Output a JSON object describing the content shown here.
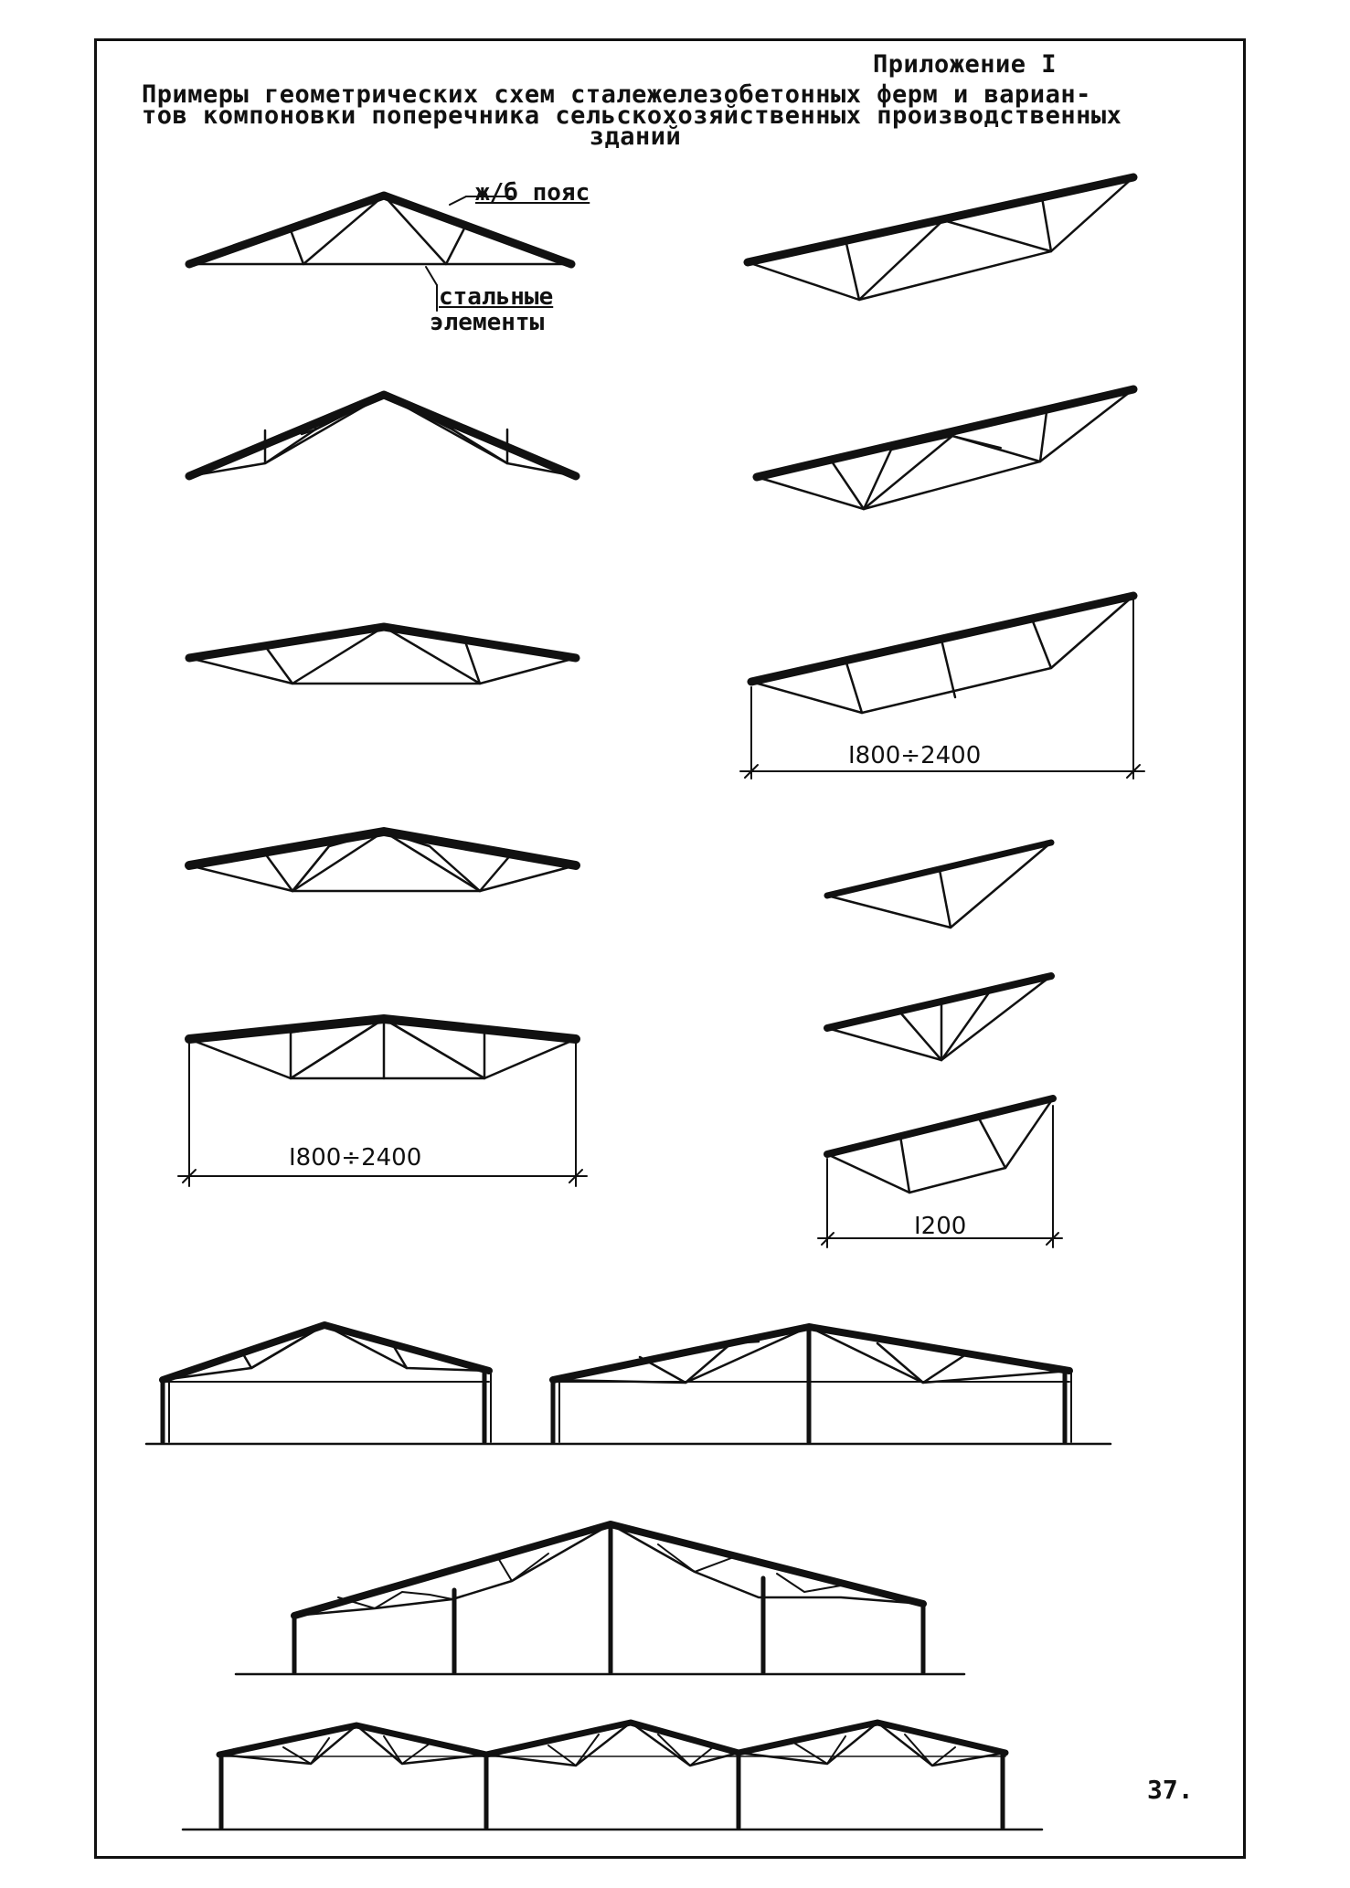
{
  "header": {
    "appendix": "Приложение I",
    "title_line1": "Примеры геометрических схем сталежелезобетонных ферм и вариан-",
    "title_line2": "тов компоновки поперечника сельскохозяйственных производственных",
    "title_line3": "зданий"
  },
  "labels": {
    "rc_chord": "ж/б пояс",
    "steel_line1": "стальные",
    "steel_line2": "элементы"
  },
  "dimensions": {
    "left_span": "I800÷2400",
    "right_span": "I800÷2400",
    "small_span": "I200"
  },
  "footer": {
    "page_number": "37."
  }
}
